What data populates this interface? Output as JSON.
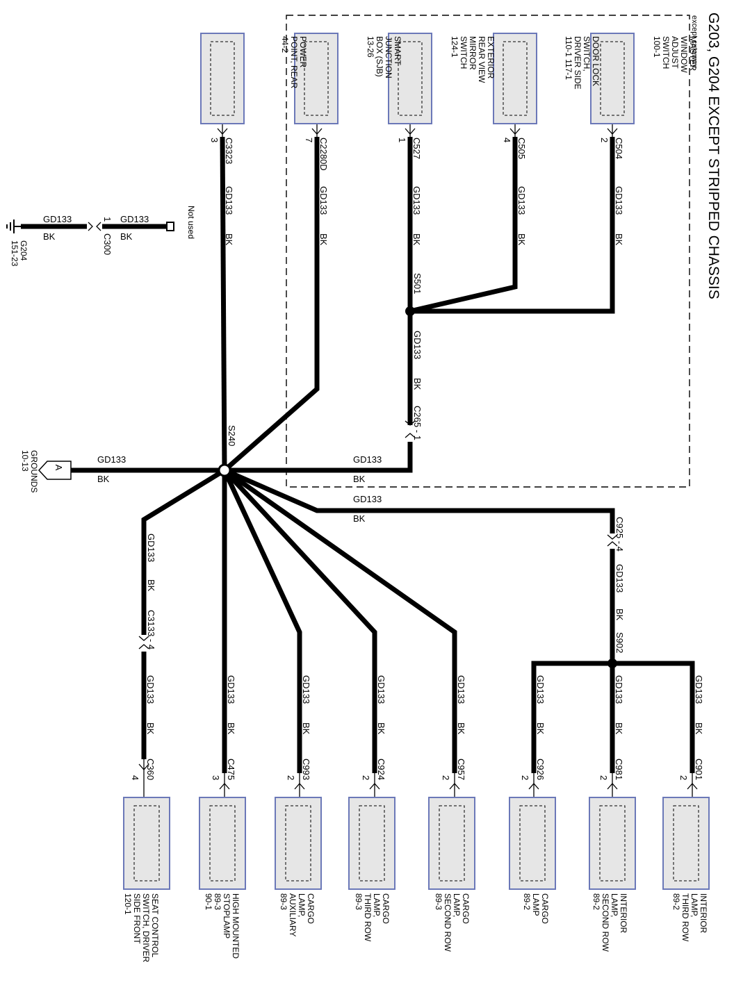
{
  "title": "G203, G204 EXCEPT STRIPPED CHASSIS",
  "region_note": "except cutaway",
  "wire": {
    "circuit": "GD133",
    "color": "BK"
  },
  "splices": {
    "s240": "S240",
    "s501": "S501",
    "s902": "S902"
  },
  "inline_connectors": {
    "c265": "C265 - 1",
    "c925": "C925 - 4",
    "c3133": "C3133 - 4",
    "c300": "C300",
    "c300_pin": "1"
  },
  "ground": {
    "name": "G204",
    "ref": "151-23"
  },
  "not_used": "Not used",
  "grounds_ref": {
    "marker": "A",
    "label": "GROUNDS",
    "ref": "10-13"
  },
  "top_components": [
    {
      "lines": [
        "MASTER",
        "WINDOW",
        "ADJUST",
        "SWITCH",
        "100-1"
      ],
      "connector": "C504",
      "pin": "2"
    },
    {
      "lines": [
        "DOOR LOCK",
        "SWITCH,",
        "DRIVER SIDE",
        "110-1  117-1"
      ],
      "connector": "C505",
      "pin": "4"
    },
    {
      "lines": [
        "EXTERIOR",
        "REAR VIEW",
        "MIRROR",
        "SWITCH",
        "124-1"
      ],
      "connector": "C527",
      "pin": "1"
    },
    {
      "lines": [
        "SMART",
        "JUNCTION",
        "BOX (SJB)",
        "13-26"
      ],
      "connector": "C2280D",
      "pin": "7"
    },
    {
      "lines": [
        "POWER",
        "POINT, REAR",
        "44-2"
      ],
      "connector": "C3323",
      "pin": "3"
    }
  ],
  "bottom_components": [
    {
      "lines": [
        "INTERIOR",
        "LAMP,",
        "THIRD ROW",
        "89-2"
      ],
      "connector": "C901",
      "pin": "2"
    },
    {
      "lines": [
        "INTERIOR",
        "LAMP,",
        "SECOND ROW",
        "89-2"
      ],
      "connector": "C981",
      "pin": "2"
    },
    {
      "lines": [
        "CARGO",
        "LAMP",
        "89-2"
      ],
      "connector": "C926",
      "pin": "2"
    },
    {
      "lines": [
        "CARGO",
        "LAMP,",
        "SECOND ROW",
        "89-3"
      ],
      "connector": "C957",
      "pin": "2"
    },
    {
      "lines": [
        "CARGO",
        "LAMP,",
        "THIRD ROW",
        "89-3"
      ],
      "connector": "C924",
      "pin": "2"
    },
    {
      "lines": [
        "CARGO",
        "LAMP,",
        "AUXILIARY",
        "89-3"
      ],
      "connector": "C993",
      "pin": "2"
    },
    {
      "lines": [
        "HIGH MOUNTED",
        "STOPLAMP",
        "89-3",
        "90-1"
      ],
      "connector": "C475",
      "pin": "3"
    },
    {
      "lines": [
        "SEAT CONTROL",
        "SWITCH, DRIVER",
        "SIDE FRONT",
        "120-1"
      ],
      "connector": "C360",
      "pin": "4"
    }
  ]
}
